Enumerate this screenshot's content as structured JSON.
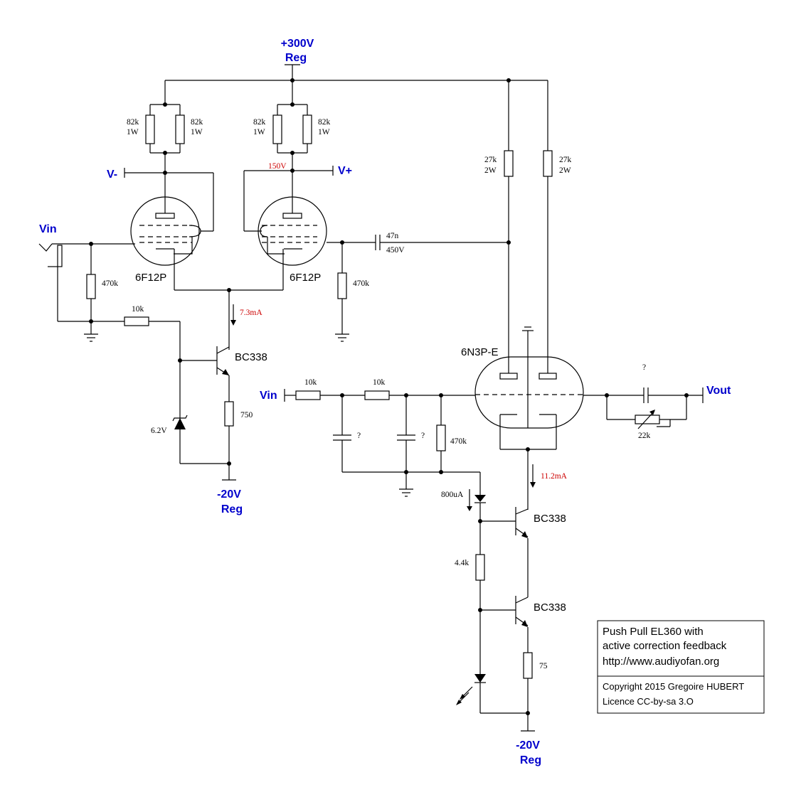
{
  "nets": {
    "supply_top_1": "+300V",
    "supply_top_2": "Reg",
    "v_minus": "V-",
    "v_plus": "V+",
    "vin_1": "Vin",
    "vin_2": "Vin",
    "vout": "Vout",
    "neg_left_1": "-20V",
    "neg_left_2": "Reg",
    "neg_bottom_1": "-20V",
    "neg_bottom_2": "Reg"
  },
  "tubes": {
    "left": "6F12P",
    "right": "6F12P",
    "driver": "6N3P-E"
  },
  "transistors": {
    "q1": "BC338",
    "q2": "BC338",
    "q3": "BC338"
  },
  "values": {
    "r_82k_1_a": "82k",
    "r_82k_1_b": "1W",
    "r_82k_2_a": "82k",
    "r_82k_2_b": "1W",
    "r_82k_3_a": "82k",
    "r_82k_3_b": "1W",
    "r_82k_4_a": "82k",
    "r_82k_4_b": "1W",
    "r_27k_1_a": "27k",
    "r_27k_1_b": "2W",
    "r_27k_2_a": "27k",
    "r_27k_2_b": "2W",
    "c_47n_a": "47n",
    "c_47n_b": "450V",
    "r_470k_1": "470k",
    "r_470k_2": "470k",
    "r_470k_3": "470k",
    "r_10k_1": "10k",
    "r_10k_2": "10k",
    "r_10k_3": "10k",
    "r_750": "750",
    "zener": "6.2V",
    "c_q_1": "?",
    "c_q_2": "?",
    "c_q_3": "?",
    "pot_22k": "22k",
    "current_source": "800uA",
    "r_4k4": "4.4k",
    "r_75": "75"
  },
  "measurements": {
    "v_150": "150V",
    "i_7_3": "7.3mA",
    "i_11_2": "11.2mA"
  },
  "info_box": {
    "line1": "Push Pull EL360 with",
    "line2": "active correction feedback",
    "line3": "http://www.audiyofan.org",
    "line4": "Copyright 2015 Gregoire HUBERT",
    "line5": "Licence CC-by-sa 3.O"
  }
}
